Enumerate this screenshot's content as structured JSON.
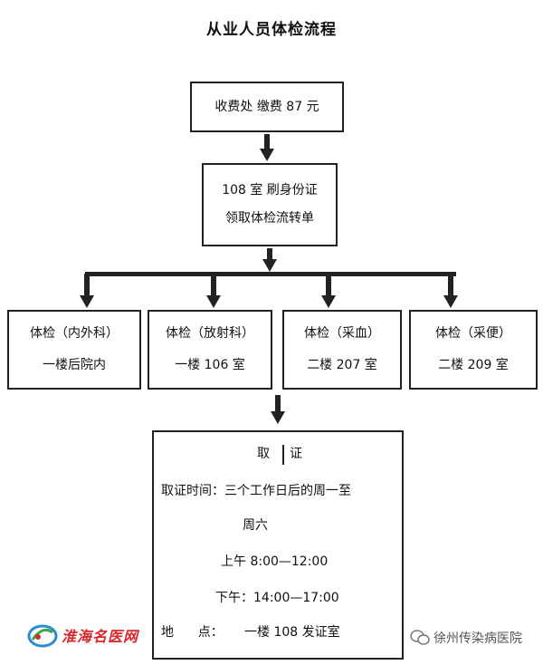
{
  "title": "从业人员体检流程",
  "step1": {
    "text": "收费处  缴费 87 元"
  },
  "step2": {
    "line1": "108 室 刷身份证",
    "line2": "领取体检流转单"
  },
  "exams": [
    {
      "name": "体检（内外科）",
      "location": "一楼后院内"
    },
    {
      "name": "体检（放射科）",
      "location": "一楼 106 室"
    },
    {
      "name": "体检（采血）",
      "location": "二楼 207 室"
    },
    {
      "name": "体检（采便）",
      "location": "二楼 209 室"
    }
  ],
  "certificate": {
    "heading_left": "取",
    "heading_right": "证",
    "time_line1": "取证时间：三个工作日后的周一至",
    "time_line2": "周六",
    "morning": "上午 8:00—12:00",
    "afternoon": "下午：14:00—17:00",
    "place_label": "地      点：",
    "place_value": "一楼 108 发证室"
  },
  "watermark_left": {
    "text": "淮海名医网"
  },
  "watermark_right": {
    "text": "徐州传染病医院"
  },
  "colors": {
    "line": "#222222",
    "watermark_red": "#d8262b",
    "watermark_blue": "#2a8ad4",
    "watermark_green": "#3aa845"
  }
}
